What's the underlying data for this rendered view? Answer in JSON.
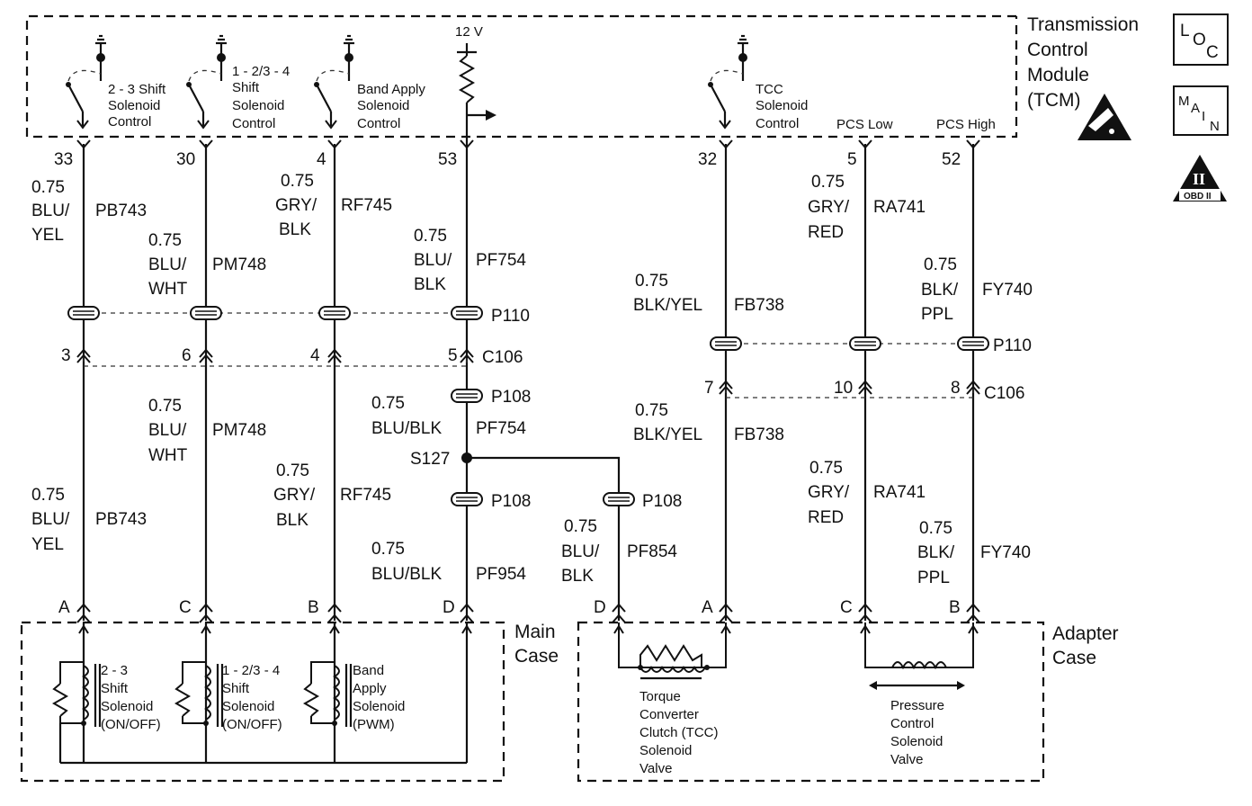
{
  "module": {
    "line1": "Transmission",
    "line2": "Control",
    "line3": "Module",
    "line4": "(TCM)"
  },
  "badges": {
    "loc": [
      "L",
      "O",
      "C"
    ],
    "main": [
      "M",
      "A",
      "I",
      "N"
    ],
    "obd": "OBD II",
    "obd_numeral": "II"
  },
  "switches": [
    {
      "lines": [
        "2 - 3 Shift",
        "Solenoid",
        "Control"
      ]
    },
    {
      "lines": [
        "1 - 2/3 - 4",
        "Shift",
        "Solenoid",
        "Control"
      ]
    },
    {
      "lines": [
        "Band Apply",
        "Solenoid",
        "Control"
      ]
    },
    {
      "lines": [
        "TCC",
        "Solenoid",
        "Control"
      ]
    }
  ],
  "supply": "12 V",
  "pcs_low": "PCS Low",
  "pcs_high": "PCS High",
  "tcm_pins": [
    "33",
    "30",
    "4",
    "53",
    "32",
    "5",
    "52"
  ],
  "upper_wires": [
    {
      "gauge": "0.75",
      "color1": "BLU/",
      "color2": "YEL",
      "circuit": "PB743"
    },
    {
      "gauge": "0.75",
      "color1": "BLU/",
      "color2": "WHT",
      "circuit": "PM748"
    },
    {
      "gauge": "0.75",
      "color1": "GRY/",
      "color2": "BLK",
      "circuit": "RF745"
    },
    {
      "gauge": "0.75",
      "color1": "BLU/",
      "color2": "BLK",
      "circuit": "PF754"
    },
    {
      "gauge": "0.75",
      "color1": "BLK/YEL",
      "circuit": "FB738"
    },
    {
      "gauge": "0.75",
      "color1": "GRY/",
      "color2": "RED",
      "circuit": "RA741"
    },
    {
      "gauge": "0.75",
      "color1": "BLK/",
      "color2": "PPL",
      "circuit": "FY740"
    }
  ],
  "connectors": {
    "p110": "P110",
    "c106": "C106",
    "p108": "P108",
    "s127": "S127"
  },
  "c106_pins": [
    "3",
    "6",
    "4",
    "5",
    "7",
    "10",
    "8"
  ],
  "lower_wires": [
    {
      "gauge": "0.75",
      "color1": "BLU/",
      "color2": "YEL",
      "circuit": "PB743"
    },
    {
      "gauge": "0.75",
      "color1": "BLU/",
      "color2": "WHT",
      "circuit": "PM748"
    },
    {
      "gauge": "0.75",
      "color1": "GRY/",
      "color2": "BLK",
      "circuit": "RF745"
    },
    {
      "gauge": "0.75",
      "color1": "BLU/BLK",
      "circuit": "PF754"
    },
    {
      "gauge": "0.75",
      "color1": "BLU/BLK",
      "circuit": "PF954"
    },
    {
      "gauge": "0.75",
      "color1": "BLU/",
      "color2": "BLK",
      "circuit": "PF854"
    },
    {
      "gauge": "0.75",
      "color1": "BLK/YEL",
      "circuit": "FB738"
    },
    {
      "gauge": "0.75",
      "color1": "GRY/",
      "color2": "RED",
      "circuit": "RA741"
    },
    {
      "gauge": "0.75",
      "color1": "BLK/",
      "color2": "PPL",
      "circuit": "FY740"
    }
  ],
  "case_pins": [
    "A",
    "C",
    "B",
    "D",
    "D",
    "A",
    "C",
    "B"
  ],
  "main_case": {
    "line1": "Main",
    "line2": "Case"
  },
  "adapter_case": {
    "line1": "Adapter",
    "line2": "Case"
  },
  "solenoids": [
    {
      "lines": [
        "2 - 3",
        "Shift",
        "Solenoid",
        "(ON/OFF)"
      ]
    },
    {
      "lines": [
        "1 - 2/3 - 4",
        "Shift",
        "Solenoid",
        "(ON/OFF)"
      ]
    },
    {
      "lines": [
        "Band",
        "Apply",
        "Solenoid",
        "(PWM)"
      ]
    },
    {
      "lines": [
        "Torque",
        "Converter",
        "Clutch (TCC)",
        "Solenoid",
        "Valve"
      ]
    },
    {
      "lines": [
        "Pressure",
        "Control",
        "Solenoid",
        "Valve"
      ]
    }
  ]
}
